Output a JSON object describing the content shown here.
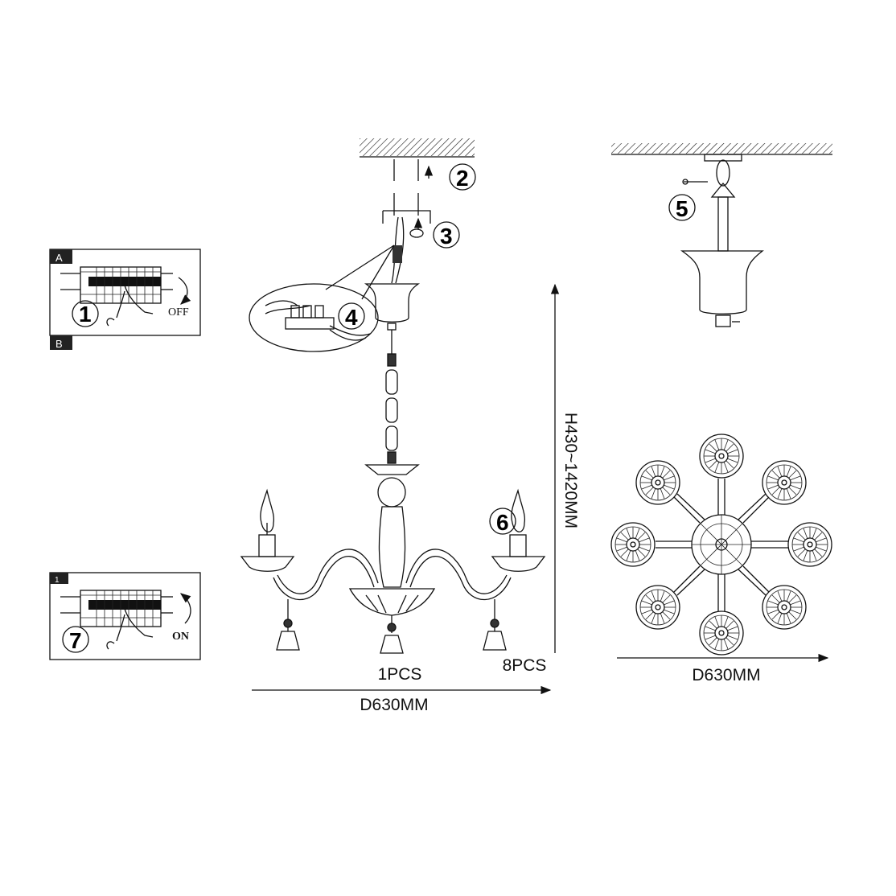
{
  "steps": {
    "s1": "1",
    "s2": "2",
    "s3": "3",
    "s4": "4",
    "s5": "5",
    "s6": "6",
    "s7": "7"
  },
  "breaker_panel_off": {
    "tag_top": "A",
    "tag_bottom": "B",
    "state_label": "OFF"
  },
  "breaker_panel_on": {
    "tag_top": "1",
    "state_label": "ON"
  },
  "labels": {
    "center_qty": "1PCS",
    "arm_qty": "8PCS",
    "front_diameter": "D630MM",
    "height": "H430~1420MM",
    "top_diameter": "D630MM"
  }
}
